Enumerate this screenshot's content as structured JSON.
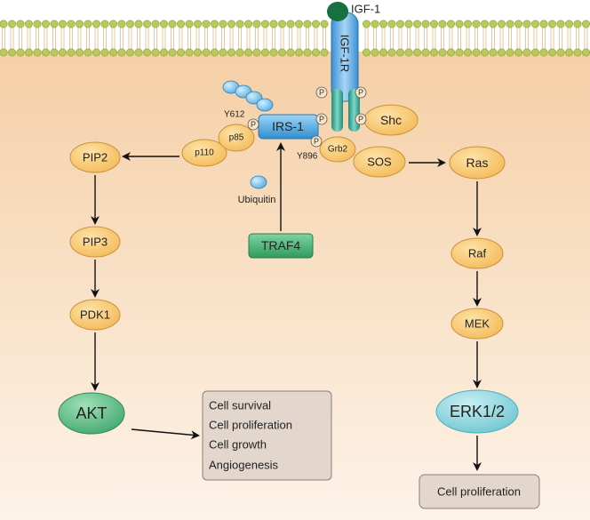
{
  "colors": {
    "cytoplasm_top": "#f5cfa6",
    "cytoplasm_bottom": "#fdf1e4",
    "membrane_head": "#b9c95a",
    "membrane_tail": "#e7c79a",
    "node_fill": "#f7c26a",
    "node_stroke": "#c8923a",
    "akt_fill": "#5fbf88",
    "erk_fill": "#8fd5de",
    "traf4_fill": "#3aa36a",
    "irs_fill": "#4aa6de",
    "receptor_fill": "#2fa58f",
    "ligand_fill": "#16703f",
    "outcome_fill": "#e3d7cd"
  },
  "labels": {
    "ligand": "IGF-1",
    "receptor": "IGF-1R",
    "irs1": "IRS-1",
    "shc": "Shc",
    "p85": "p85",
    "p110": "p110",
    "grb2": "Grb2",
    "sos": "SOS",
    "y612": "Y612",
    "y896": "Y896",
    "ubiquitin": "Ubiquitin",
    "traf4": "TRAF4",
    "phospho": "P",
    "pip2": "PIP2",
    "pip3": "PIP3",
    "pdk1": "PDK1",
    "akt": "AKT",
    "ras": "Ras",
    "raf": "Raf",
    "mek": "MEK",
    "erk": "ERK1/2",
    "akt_outcomes": [
      "Cell survival",
      "Cell proliferation",
      "Cell growth",
      "Angiogenesis"
    ],
    "erk_outcome": "Cell proliferation"
  }
}
